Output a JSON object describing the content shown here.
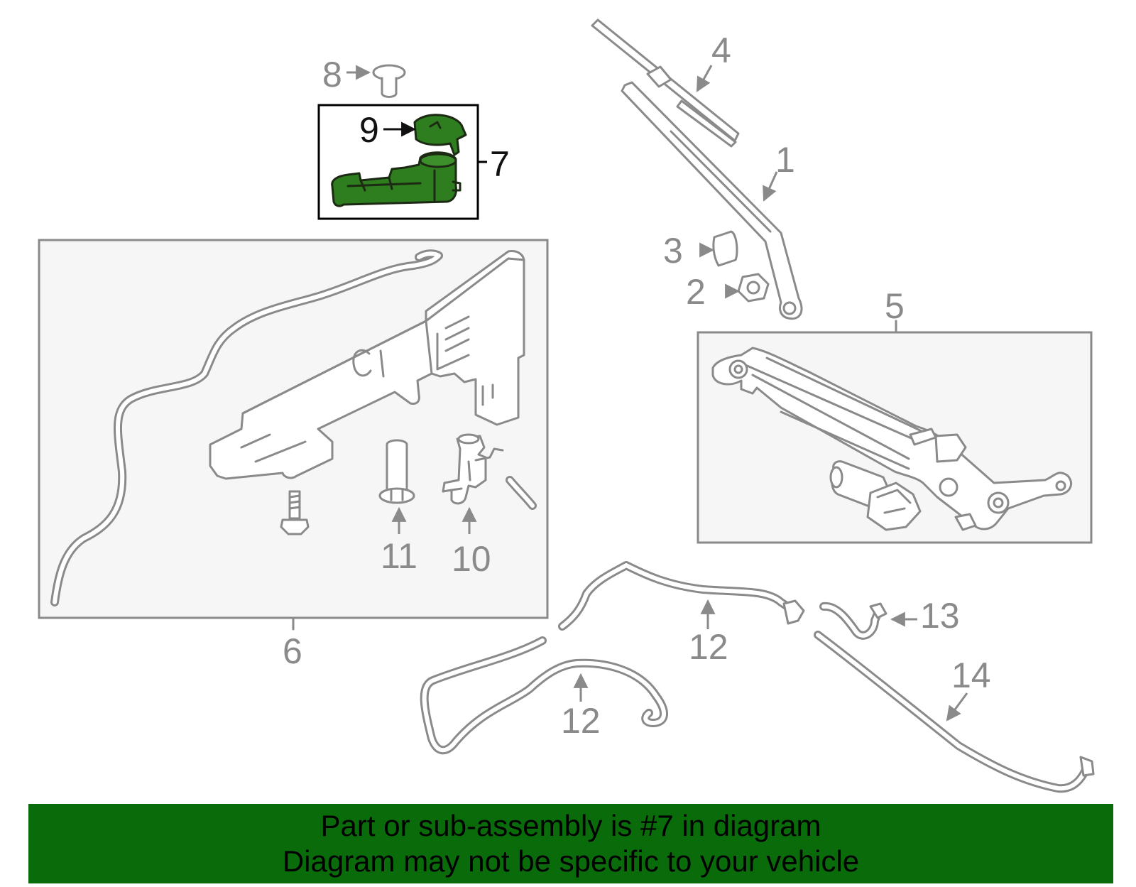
{
  "colors": {
    "banner_bg": "#0a6b0a",
    "highlight_fill": "#2e7d1f",
    "line_gray": "#8a8a8a",
    "box_fill": "#f6f6f6"
  },
  "callouts": {
    "c1": "1",
    "c2": "2",
    "c3": "3",
    "c4": "4",
    "c5": "5",
    "c6": "6",
    "c7": "7",
    "c8": "8",
    "c9": "9",
    "c10": "10",
    "c11": "11",
    "c12a": "12",
    "c12b": "12",
    "c13": "13",
    "c14": "14"
  },
  "banner": {
    "line1": "Part or sub-assembly is #7 in diagram",
    "line2": "Diagram may not be specific to your vehicle"
  }
}
